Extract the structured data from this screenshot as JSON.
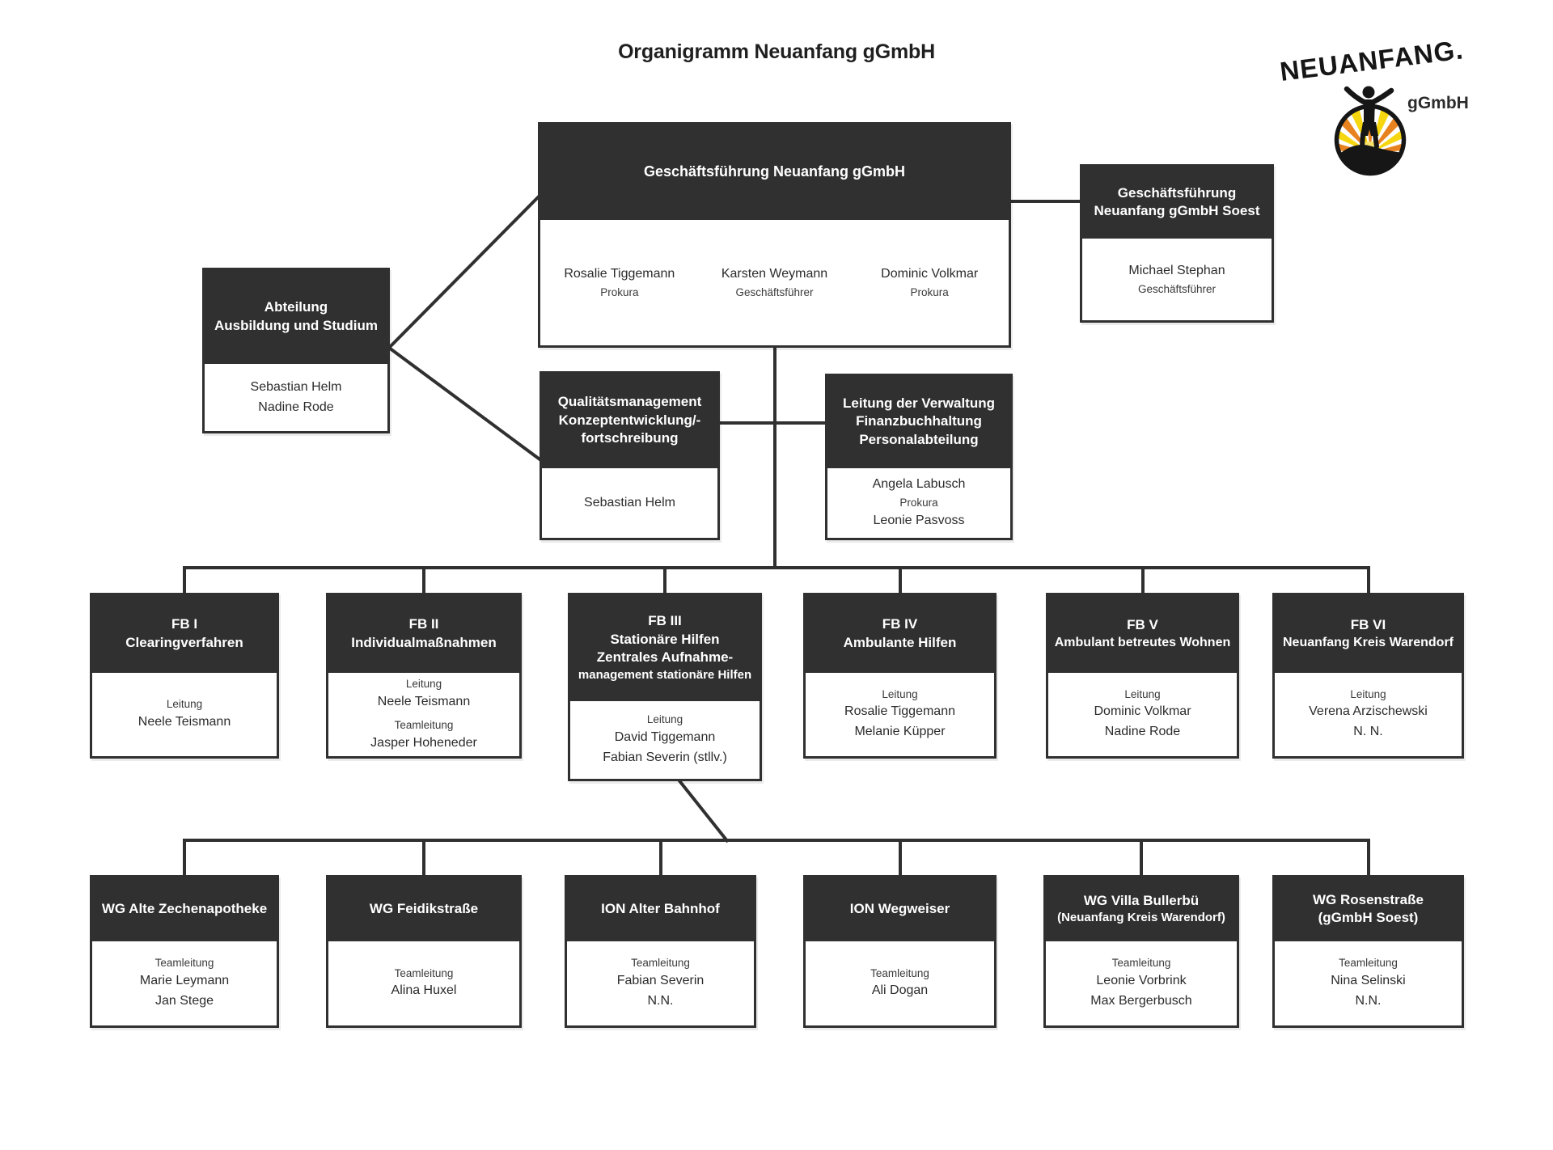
{
  "title": "Organigramm Neuanfang gGmbH",
  "logo": {
    "brand": "NEUANFANG.",
    "suffix": "gGmbH"
  },
  "colors": {
    "dark": "#303030",
    "sun_orange": "#e8821e",
    "sun_yellow": "#f6d60f"
  },
  "boxes": {
    "gf": {
      "header": [
        "Geschäftsführung Neuanfang gGmbH"
      ],
      "people": [
        {
          "name": "Rosalie Tiggemann",
          "role": "Prokura"
        },
        {
          "name": "Karsten Weymann",
          "role": "Geschäftsführer"
        },
        {
          "name": "Dominic Volkmar",
          "role": "Prokura"
        }
      ]
    },
    "gf_soest": {
      "header": [
        "Geschäftsführung",
        "Neuanfang gGmbH Soest"
      ],
      "lines": [
        "Michael Stephan",
        "Geschäftsführer"
      ]
    },
    "abteilung": {
      "header": [
        "Abteilung",
        "Ausbildung und Studium"
      ],
      "lines": [
        "Sebastian Helm",
        "Nadine Rode"
      ]
    },
    "qm": {
      "header": [
        "Qualitätsmanagement",
        "Konzeptentwicklung/-",
        "fortschreibung"
      ],
      "lines": [
        "Sebastian Helm"
      ]
    },
    "verwaltung": {
      "header": [
        "Leitung der Verwaltung",
        "Finanzbuchhaltung",
        "Personalabteilung"
      ],
      "lines": [
        "Angela Labusch",
        "Prokura",
        "Leonie Pasvoss"
      ]
    },
    "fb1": {
      "header": [
        "FB I",
        "Clearingverfahren"
      ],
      "lines": [
        "Leitung",
        "Neele Teismann"
      ]
    },
    "fb2": {
      "header": [
        "FB II",
        "Individualmaßnahmen"
      ],
      "lines": [
        "Leitung",
        "Neele Teismann",
        "Teamleitung",
        "Jasper Hoheneder"
      ]
    },
    "fb3": {
      "header": [
        "FB III",
        "Stationäre Hilfen",
        "Zentrales Aufnahme-",
        "management stationäre Hilfen"
      ],
      "lines": [
        "Leitung",
        "David Tiggemann",
        "Fabian Severin (stllv.)"
      ]
    },
    "fb4": {
      "header": [
        "FB IV",
        "Ambulante Hilfen"
      ],
      "lines": [
        "Leitung",
        "Rosalie Tiggemann",
        "Melanie Küpper"
      ]
    },
    "fb5": {
      "header": [
        "FB V",
        "Ambulant betreutes Wohnen"
      ],
      "lines": [
        "Leitung",
        "Dominic Volkmar",
        "Nadine Rode"
      ]
    },
    "fb6": {
      "header": [
        "FB VI",
        "Neuanfang Kreis Warendorf"
      ],
      "lines": [
        "Leitung",
        "Verena Arzischewski",
        "N. N."
      ]
    },
    "wg1": {
      "header": [
        "WG Alte Zechenapotheke"
      ],
      "lines": [
        "Teamleitung",
        "Marie Leymann",
        "Jan Stege"
      ]
    },
    "wg2": {
      "header": [
        "WG Feidikstraße"
      ],
      "lines": [
        "Teamleitung",
        "Alina Huxel"
      ]
    },
    "ion1": {
      "header": [
        "ION Alter Bahnhof"
      ],
      "lines": [
        "Teamleitung",
        "Fabian Severin",
        "N.N."
      ]
    },
    "ion2": {
      "header": [
        "ION Wegweiser"
      ],
      "lines": [
        "Teamleitung",
        "Ali Dogan"
      ]
    },
    "wg3": {
      "header": [
        "WG Villa Bullerbü",
        "(Neuanfang Kreis Warendorf)"
      ],
      "lines": [
        "Teamleitung",
        "Leonie Vorbrink",
        "Max Bergerbusch"
      ]
    },
    "wg4": {
      "header": [
        "WG Rosenstraße",
        "(gGmbH Soest)"
      ],
      "lines": [
        "Teamleitung",
        "Nina Selinski",
        "N.N."
      ]
    }
  }
}
